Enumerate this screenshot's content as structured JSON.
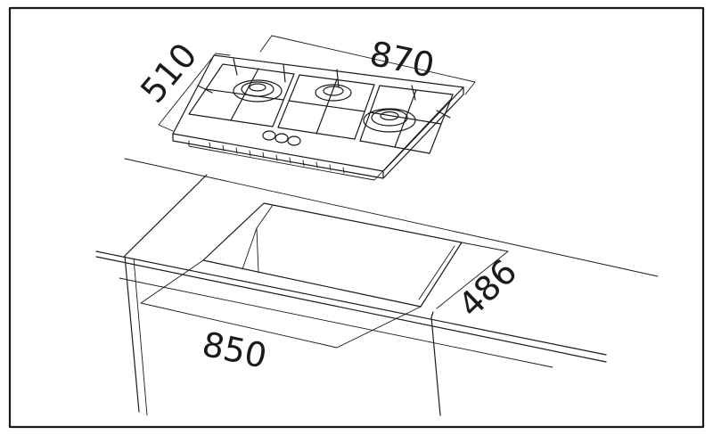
{
  "dimensions": {
    "hob_width": "870",
    "hob_depth": "510",
    "cutout_width": "850",
    "cutout_depth": "486"
  },
  "colors": {
    "line": "#1a1a1a",
    "background": "#ffffff"
  }
}
